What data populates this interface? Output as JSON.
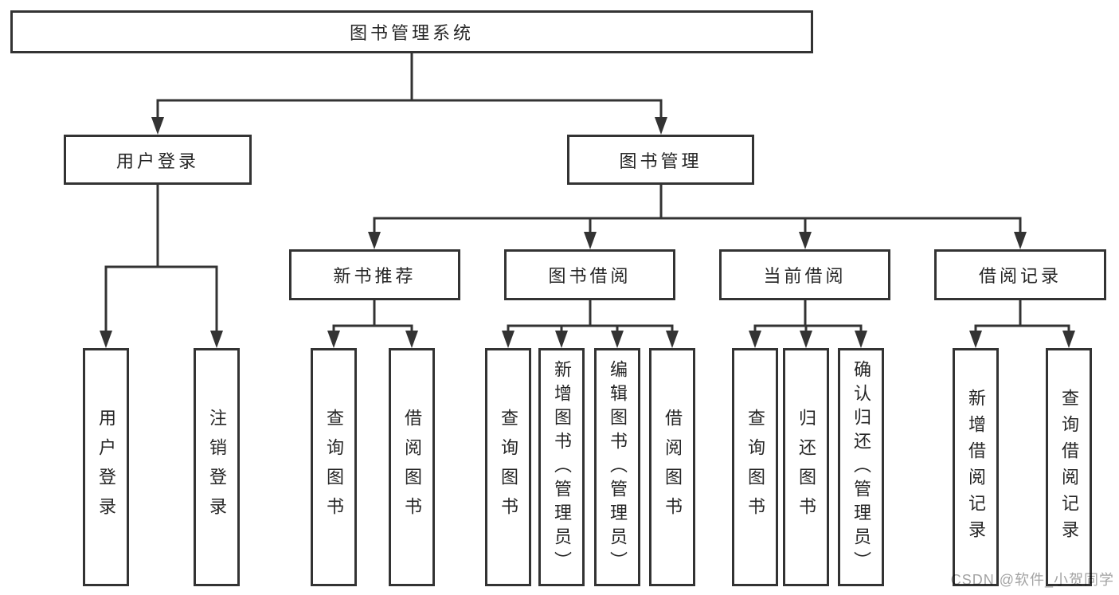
{
  "colors": {
    "line": "#333333",
    "box_border": "#333333",
    "box_background": "#ffffff",
    "text": "#262626",
    "watermark": "#a3a3a3"
  },
  "tree": {
    "label": "图书管理系统",
    "children": [
      {
        "label": "用户登录",
        "children": [
          {
            "label": "用户登录"
          },
          {
            "label": "注销登录"
          }
        ]
      },
      {
        "label": "图书管理",
        "children": [
          {
            "label": "新书推荐",
            "children": [
              {
                "label": "查询图书"
              },
              {
                "label": "借阅图书"
              }
            ]
          },
          {
            "label": "图书借阅",
            "children": [
              {
                "label": "查询图书"
              },
              {
                "label": "新增图书（管理员）"
              },
              {
                "label": "编辑图书（管理员）"
              },
              {
                "label": "借阅图书"
              }
            ]
          },
          {
            "label": "当前借阅",
            "children": [
              {
                "label": "查询图书"
              },
              {
                "label": "归还图书"
              },
              {
                "label": "确认归还（管理员）"
              }
            ]
          },
          {
            "label": "借阅记录",
            "children": [
              {
                "label": "新增借阅记录"
              },
              {
                "label": "查询借阅记录"
              }
            ]
          }
        ]
      }
    ]
  },
  "watermark": {
    "text": "CSDN @软件_小贺同学"
  }
}
